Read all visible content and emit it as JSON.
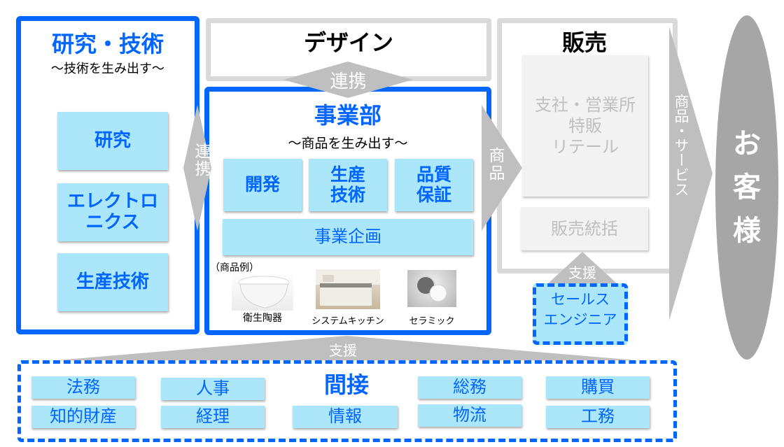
{
  "research": {
    "title": "研究・技術",
    "subtitle": "～技術を生み出す～",
    "items": [
      "研究",
      "エレクトロ\nニクス",
      "生産技術"
    ]
  },
  "design": {
    "title": "デザイン"
  },
  "links": {
    "design_division": "連携",
    "research_division": "連携",
    "division_to_sales": "商品",
    "sales_to_customer": "商品・サービス",
    "engineer_to_sales": "支援",
    "indirect_to_all": "支援"
  },
  "division": {
    "title": "事業部",
    "subtitle": "～商品を生み出す～",
    "functions": [
      "開発",
      "生産\n技術",
      "品質\n保証"
    ],
    "planning": "事業企画",
    "examples_label": "（商品例）",
    "products": [
      {
        "name": "衛生陶器",
        "icon": "toilet-image"
      },
      {
        "name": "システムキッチン",
        "icon": "kitchen-image"
      },
      {
        "name": "セラミック",
        "icon": "ceramic-disc-image"
      }
    ]
  },
  "sales": {
    "title": "販売",
    "branches": "支社・営業所\n特販\nリテール",
    "management": "販売統括",
    "sales_engineer": "セールス\nエンジニア"
  },
  "customer": {
    "label": "お\n客\n様"
  },
  "indirect": {
    "title": "間接",
    "items": [
      "法務",
      "人事",
      "総務",
      "購買",
      "知的財産",
      "経理",
      "情報",
      "物流",
      "工務"
    ]
  },
  "colors": {
    "blue": "#0066ff",
    "light_blue_cell": "#abe6fa",
    "gray_frame": "#d9d9d9",
    "arrow_gray": "#bfbfbf",
    "customer_gray": "#a6a6a6"
  }
}
